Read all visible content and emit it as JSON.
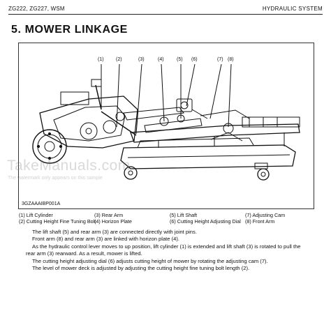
{
  "header": {
    "models": "ZG222, ZG227, WSM",
    "section": "HYDRAULIC SYSTEM"
  },
  "title": "5.  MOWER  LINKAGE",
  "figure": {
    "code": "3GZAAAIBP001A",
    "callouts": [
      "(1)",
      "(2)",
      "(3)",
      "(4)",
      "(5)",
      "(6)",
      "(7)",
      "(8)"
    ]
  },
  "watermark": {
    "brand": "TakeManuals.com",
    "note": "The watermark only appears on this sample"
  },
  "legend": [
    "(1)  Lift Cylinder",
    "(2)  Cutting Height Fine Tuning Bolt",
    "(3)  Rear Arm",
    "(4)  Horizon Plate",
    "(5)  Lift Shaft",
    "(6)  Cutting Height Adjusting Dial",
    "(7)  Adjusting Cam",
    "(8)  Front Arm"
  ],
  "paragraphs": [
    "The lift shaft (5) and rear arm (3) are connected directly with joint pins.",
    "Front arm (8) and rear arm (3) are linked with horizon plate (4).",
    "As the hydraulic control lever moves to up position, lift cylinder (1) is extended and lift shaft (3) is rotated to pull the",
    "rear arm (3) rearward.  As a result, mower is lifted.",
    "The cutting height adjusting dial (6) adjusts cutting height of mower by rotating the adjusting cam (7).",
    "The level of mower deck is adjusted by adjusting the cutting height fine tuning bolt length (2)."
  ]
}
